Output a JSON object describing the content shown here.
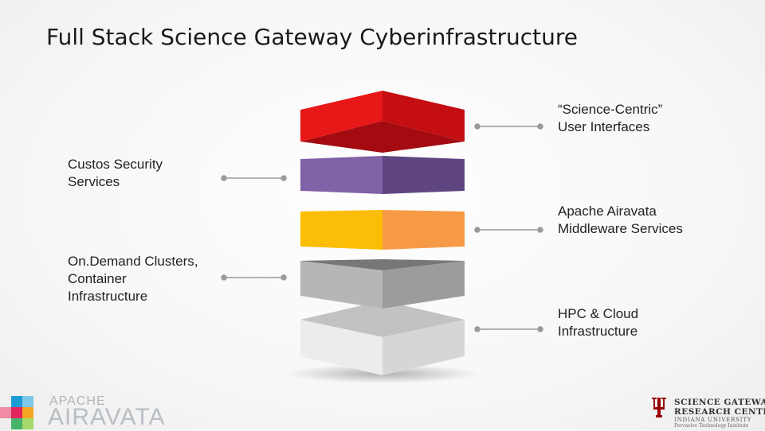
{
  "title": "Full Stack Science Gateway Cyberinfrastructure",
  "labels": {
    "ui": "“Science-Centric”\nUser Interfaces",
    "security": "Custos Security\nServices",
    "middleware": "Apache Airavata\nMiddleware Services",
    "clusters": "On.Demand Clusters,\nContainer\nInfrastructure",
    "hpc": "HPC & Cloud\nInfrastructure"
  },
  "layers": [
    {
      "id": "ui",
      "colors": {
        "left": "#e81818",
        "right": "#c40e12",
        "top": "#d81515",
        "under": "#a40b10"
      }
    },
    {
      "id": "security",
      "colors": {
        "left": "#8062a6",
        "right": "#5f4680"
      }
    },
    {
      "id": "middleware",
      "colors": {
        "left": "#fbbd05",
        "right": "#f79a46"
      }
    },
    {
      "id": "clusters",
      "colors": {
        "left": "#b6b6b6",
        "right": "#9c9c9c",
        "top": "#777777"
      }
    },
    {
      "id": "hpc",
      "colors": {
        "left": "#ececec",
        "right": "#d6d6d6",
        "top": "#c2c2c2"
      }
    }
  ],
  "logos": {
    "left": {
      "line1": "APACHE",
      "line2": "AIRAVATA"
    },
    "right": {
      "line1": "SCIENCE GATEWAYS",
      "line2": "RESEARCH CENTER",
      "line3": "INDIANA UNIVERSITY",
      "line4": "Pervasive Technology Institute"
    }
  }
}
